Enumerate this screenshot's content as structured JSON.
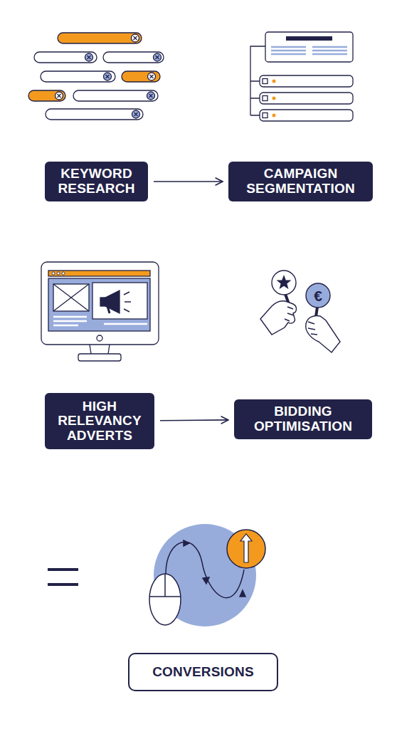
{
  "diagram": {
    "nodes": [
      {
        "text": [
          "KEYWORD RESEARCH"
        ]
      },
      {
        "text": [
          "CAMPAIGN SEGMENTATION"
        ]
      },
      {
        "text": [
          "HIGH RELEVANCY ADVERTS"
        ]
      },
      {
        "text": [
          "BIDDING OPTIMISATION"
        ]
      },
      {
        "text": [
          "CONVERSIONS"
        ]
      }
    ],
    "edges": [
      {
        "from": 0,
        "to": 1,
        "arrow": "to"
      },
      {
        "from": 2,
        "to": 3,
        "arrow": "to"
      }
    ],
    "labels": [
      "€"
    ]
  }
}
